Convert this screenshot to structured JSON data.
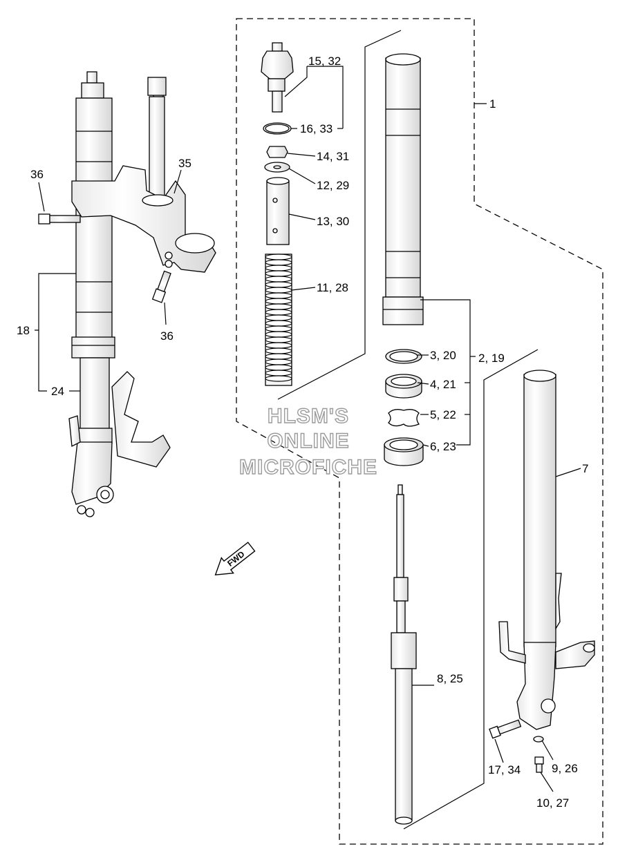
{
  "callouts": {
    "c1": "1",
    "c2_19": "2, 19",
    "c3_20": "3, 20",
    "c4_21": "4, 21",
    "c5_22": "5, 22",
    "c6_23": "6, 23",
    "c7": "7",
    "c8_25": "8, 25",
    "c9_26": "9, 26",
    "c10_27": "10, 27",
    "c11_28": "11, 28",
    "c12_29": "12, 29",
    "c13_30": "13, 30",
    "c14_31": "14, 31",
    "c15_32": "15, 32",
    "c16_33": "16, 33",
    "c17_34": "17, 34",
    "c18": "18",
    "c24": "24",
    "c35": "35",
    "c36_top": "36",
    "c36_bottom": "36"
  },
  "watermark": [
    "HLSM'S",
    "ONLINE",
    "MICROFICHE"
  ],
  "direction_label": "FWD"
}
